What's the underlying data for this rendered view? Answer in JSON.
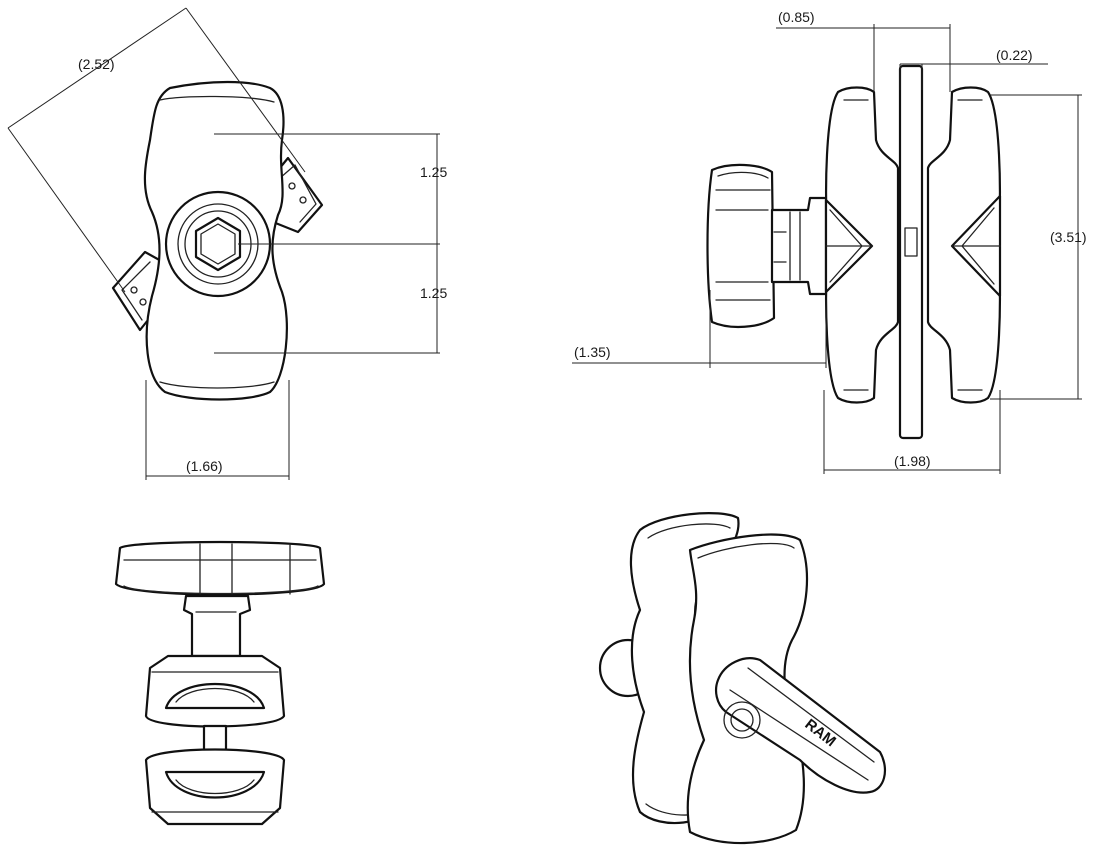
{
  "dimensions": {
    "diagonal": "(2.52)",
    "upper_spacing": "1.25",
    "lower_spacing": "1.25",
    "front_width": "(1.66)",
    "top_gap": "(0.85)",
    "center_gap": "(0.22)",
    "height": "(3.51)",
    "knob_offset": "(1.35)",
    "side_width": "(1.98)"
  },
  "logo": {
    "text": "RAM"
  },
  "views": {
    "front": "front-view",
    "side": "side-view",
    "bottom": "bottom-view",
    "isometric": "isometric-view"
  },
  "colors": {
    "line": "#111111",
    "background": "#ffffff"
  }
}
